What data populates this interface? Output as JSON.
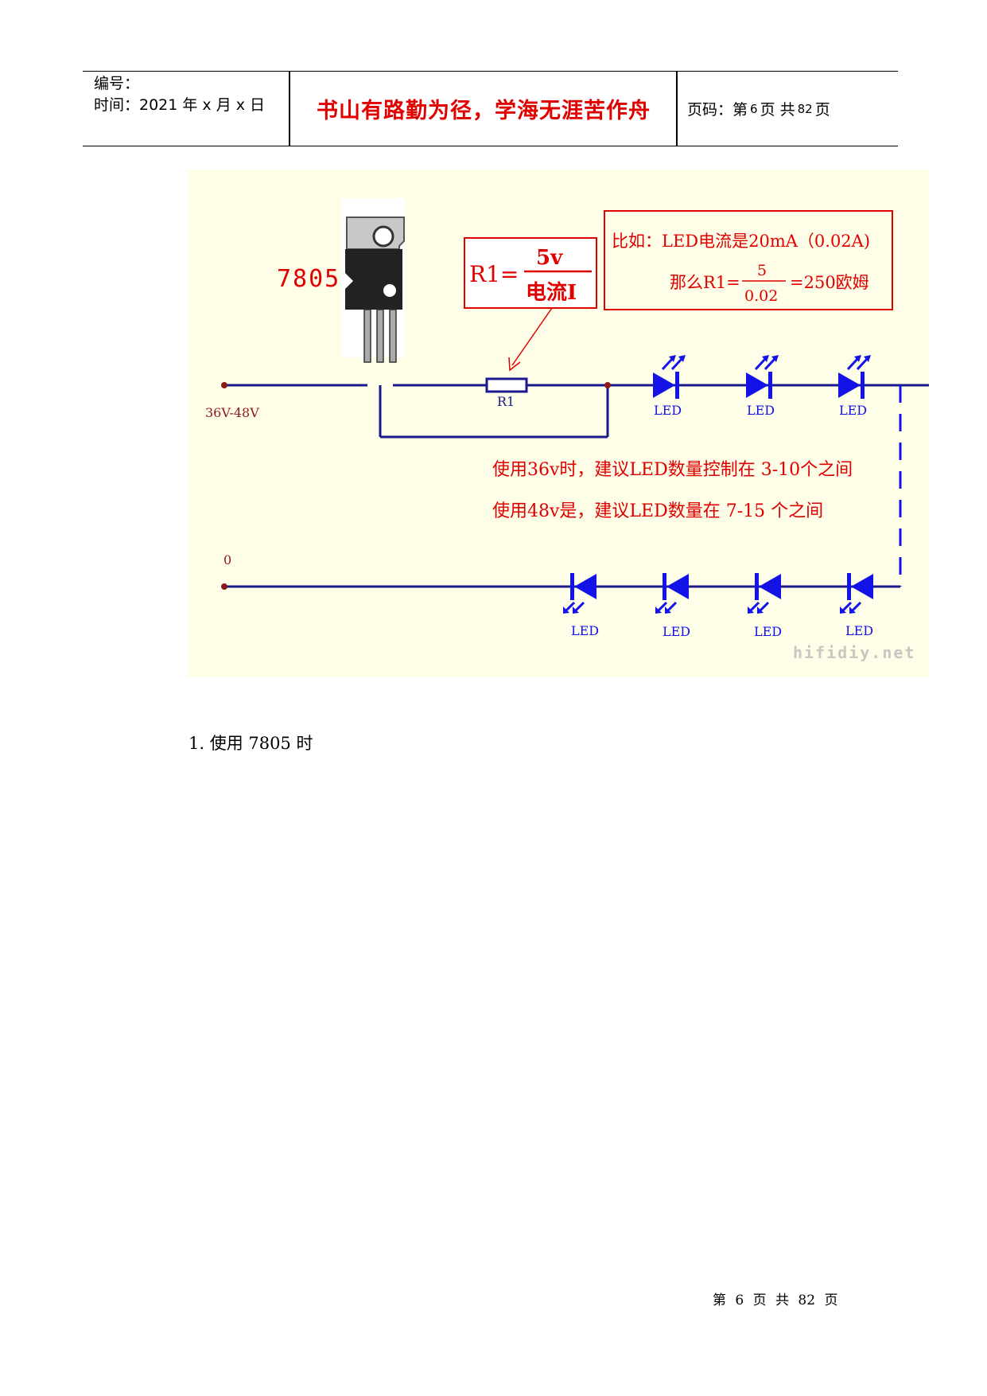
{
  "header": {
    "number_label": "编号：",
    "time_label": "时间：2021 年 x 月 x 日",
    "motto": "书山有路勤为径，学海无涯苦作舟",
    "page_prefix": "页码：第",
    "page_num": "6",
    "page_mid": "页  共",
    "page_total": "82",
    "page_suffix": "页"
  },
  "diagram": {
    "regulator_label": "7805",
    "formula_lhs": "R1=",
    "formula_num": "5v",
    "formula_den": "电流I",
    "example_line1": "比如：LED电流是20mA（0.02A)",
    "example_lhs": "那么R1=",
    "example_num": "5",
    "example_den": "0.02",
    "example_rhs": "=250欧姆",
    "resistor_label": "R1",
    "input_voltage": "36V-48V",
    "ground_label": "0",
    "led_label": "LED",
    "advice_line1": "使用36v时，建议LED数量控制在 3-10个之间",
    "advice_line2": "使用48v是，建议LED数量在 7-15 个之间",
    "watermark": "hifidiy.net",
    "colors": {
      "wire": "#1a1a8c",
      "led": "#1313e8",
      "annotation": "#e00000",
      "background": "#fdfde8"
    }
  },
  "body": {
    "item1": "1. 使用 7805 时"
  },
  "footer": {
    "text": "第 6 页 共 82 页"
  }
}
